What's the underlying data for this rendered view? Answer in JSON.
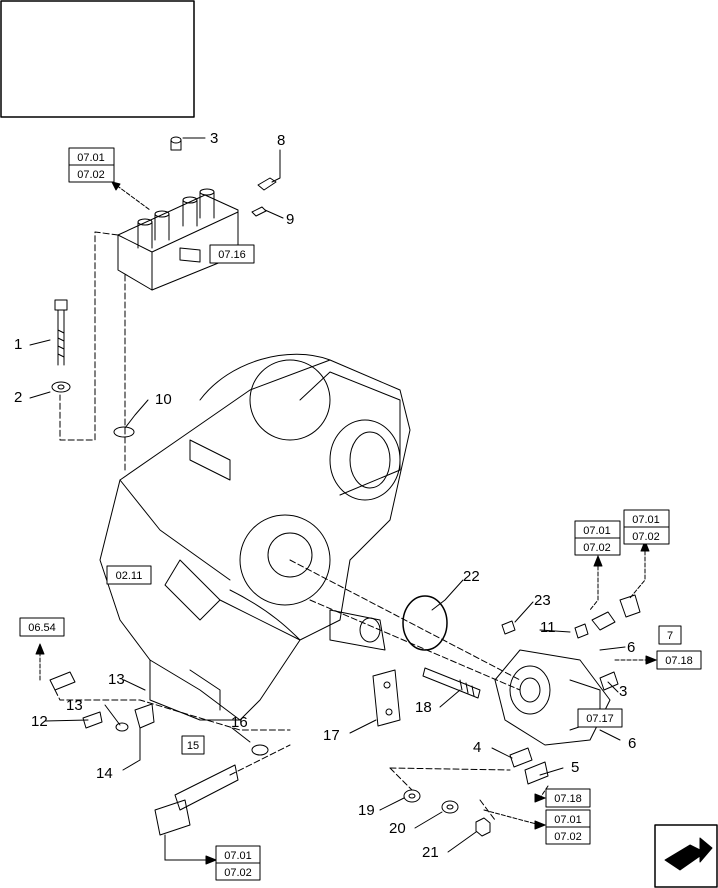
{
  "refs": {
    "r1_top": "07.01",
    "r1_bot": "07.02",
    "r0716": "07.16",
    "r0211": "02.11",
    "r0654": "06.54",
    "r15": "15",
    "r7": "7",
    "r0718a": "07.18",
    "r0717": "07.17",
    "r0718b": "07.18",
    "rA_top": "07.01",
    "rA_bot": "07.02",
    "rB_top": "07.01",
    "rB_bot": "07.02",
    "rC_top": "07.01",
    "rC_bot": "07.02",
    "rD_top": "07.01",
    "rD_bot": "07.02"
  },
  "callouts": {
    "c1": "1",
    "c2": "2",
    "c3a": "3",
    "c3b": "3",
    "c4": "4",
    "c5": "5",
    "c6a": "6",
    "c6b": "6",
    "c8": "8",
    "c9": "9",
    "c10": "10",
    "c11": "11",
    "c12": "12",
    "c13a": "13",
    "c13b": "13",
    "c14": "14",
    "c16": "16",
    "c17": "17",
    "c18": "18",
    "c19": "19",
    "c20": "20",
    "c21": "21",
    "c22": "22",
    "c23": "23"
  }
}
